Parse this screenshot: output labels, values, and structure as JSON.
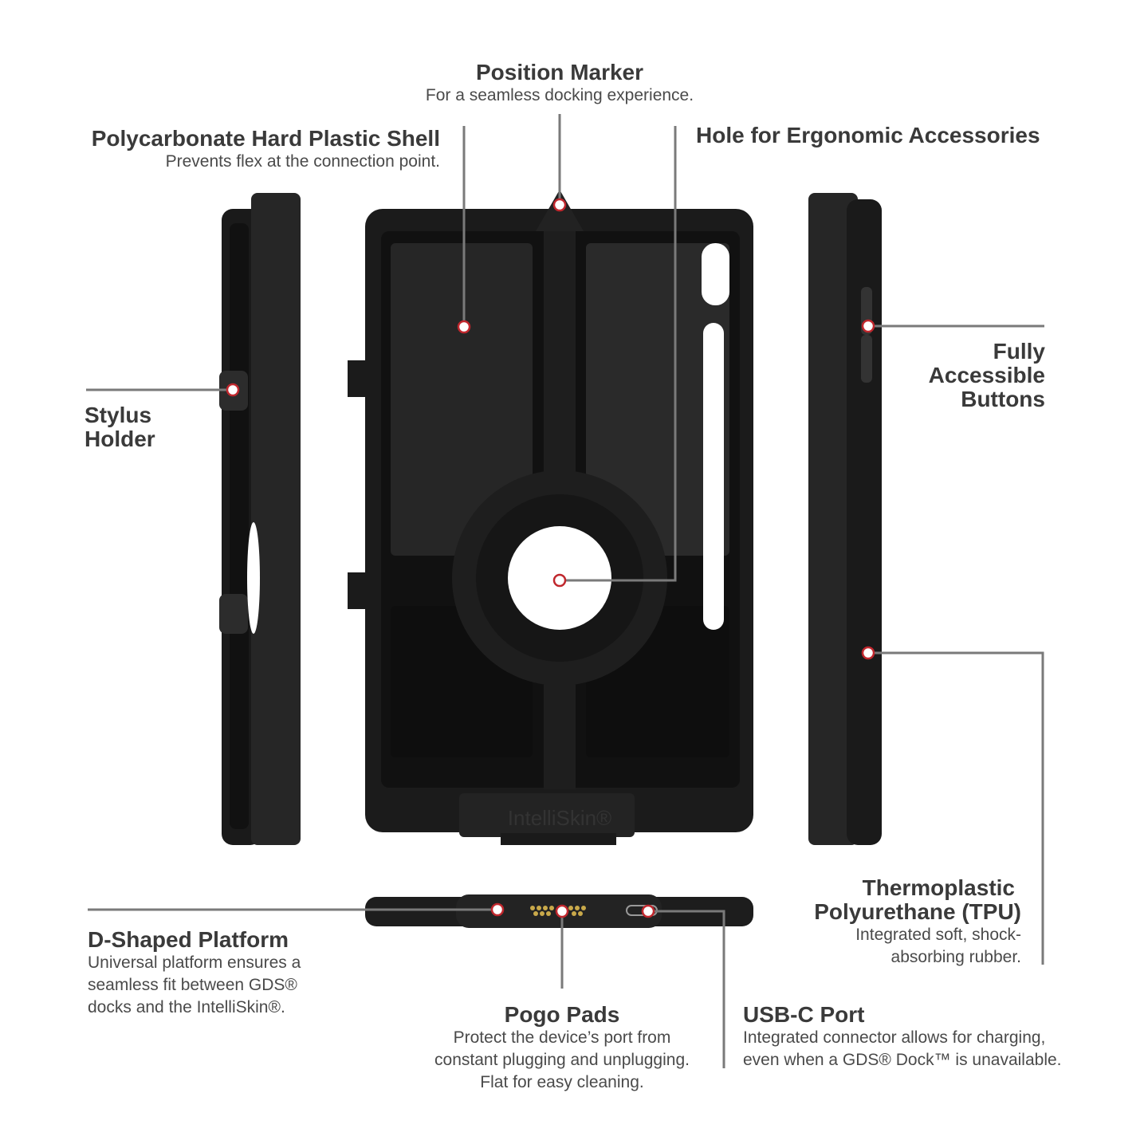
{
  "callouts": {
    "position_marker": {
      "title": "Position Marker",
      "desc": "For a seamless docking experience."
    },
    "shell": {
      "title": "Polycarbonate Hard Plastic Shell",
      "desc": "Prevents flex at the connection point."
    },
    "hole": {
      "title": "Hole for Ergonomic Accessories"
    },
    "stylus": {
      "title_1": "Stylus",
      "title_2": "Holder"
    },
    "buttons": {
      "title_1": "Fully",
      "title_2": "Accessible",
      "title_3": "Buttons"
    },
    "tpu": {
      "title_1": "Thermoplastic",
      "title_2": "Polyurethane (TPU)",
      "desc_1": "Integrated soft, shock-",
      "desc_2": "absorbing rubber."
    },
    "d_platform": {
      "title": "D-Shaped Platform",
      "desc_1": "Universal platform ensures a",
      "desc_2": "seamless fit between GDS®",
      "desc_3": "docks and the IntelliSkin®."
    },
    "pogo": {
      "title": "Pogo Pads",
      "desc_1": "Protect the device’s port from",
      "desc_2": "constant plugging and unplugging.",
      "desc_3": "Flat for easy cleaning."
    },
    "usbc": {
      "title": "USB-C Port",
      "desc_1": "Integrated connector allows for charging,",
      "desc_2": "even when a GDS® Dock™ is unavailable."
    }
  },
  "product": {
    "logo": "IntelliSkin®"
  },
  "colors": {
    "case": "#1c1c1c",
    "leader": "#7a7a7a",
    "marker_ring": "#c0272d"
  }
}
